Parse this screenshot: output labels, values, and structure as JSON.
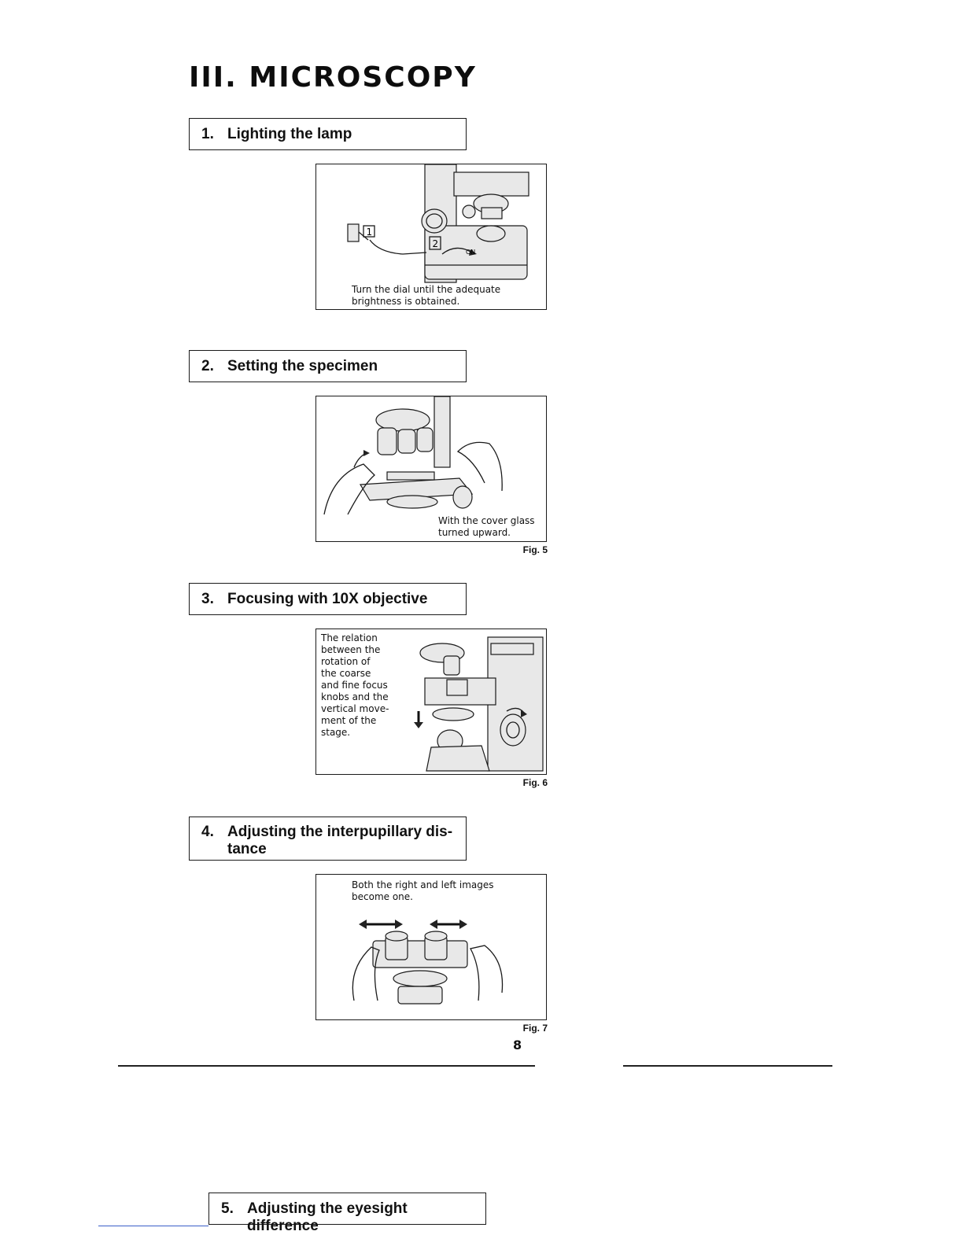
{
  "chapter": {
    "title": "III. MICROSCOPY"
  },
  "sections": [
    {
      "number": "1.",
      "title": "Lighting the lamp"
    },
    {
      "number": "2.",
      "title": "Setting the specimen"
    },
    {
      "number": "3.",
      "title": "Focusing with 10X objective"
    },
    {
      "number": "4.",
      "title_line1": "Adjusting the interpupillary dis-",
      "title_line2": "tance"
    },
    {
      "number": "5.",
      "title": "Adjusting the eyesight difference"
    }
  ],
  "figures": {
    "lamp": {
      "caption_line1": "Turn the dial until the adequate",
      "caption_line2": "brightness is obtained.",
      "callout_1": "1",
      "callout_2": "2",
      "dial_label": "ON"
    },
    "specimen": {
      "caption_line1": "With the cover glass",
      "caption_line2": "turned upward.",
      "label": "Fig. 5"
    },
    "focusing": {
      "caption_lines": [
        "The relation",
        "between the",
        "rotation of",
        "the coarse",
        "and fine focus",
        "knobs and the",
        "vertical move-",
        "ment of the",
        "stage."
      ],
      "label": "Fig. 6"
    },
    "interpupillary": {
      "caption_line1": "Both the right and left images",
      "caption_line2": "become one.",
      "label": "Fig. 7"
    }
  },
  "page_number": "8"
}
